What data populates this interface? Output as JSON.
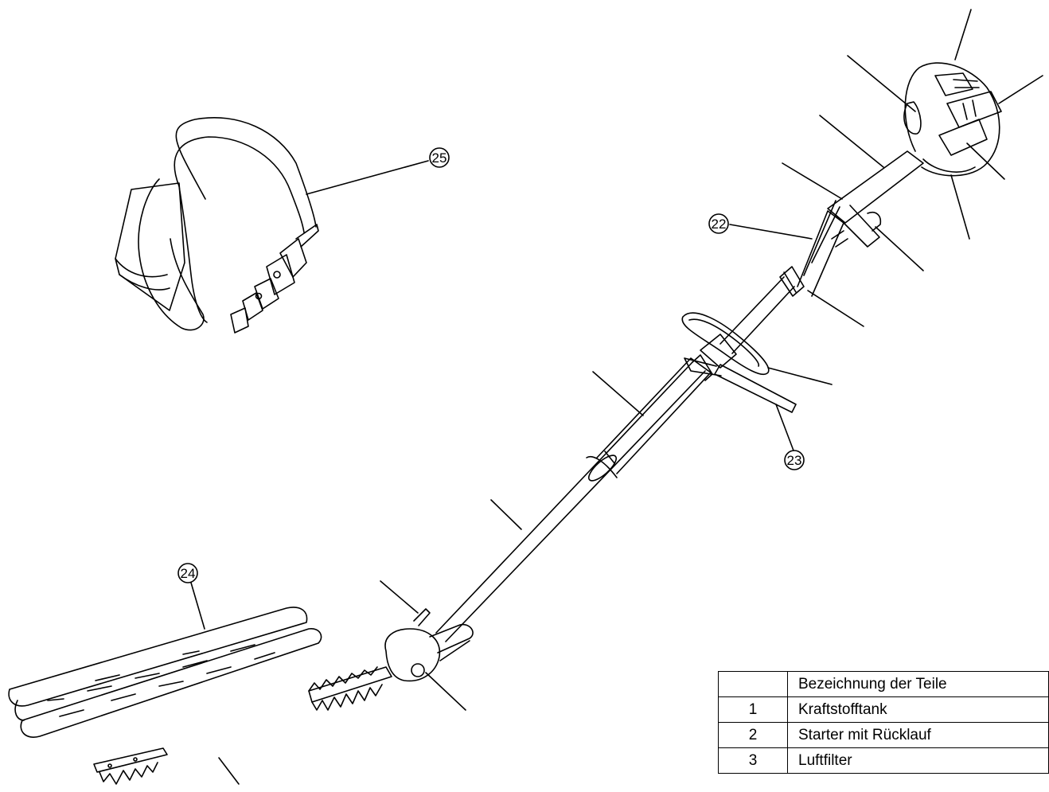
{
  "callouts": [
    "22",
    "23",
    "24",
    "25"
  ],
  "parts_table": {
    "header": [
      "",
      "Bezeichnung der Teile"
    ],
    "rows": [
      {
        "num": "1",
        "name": "Kraftstofftank"
      },
      {
        "num": "2",
        "name": "Starter mit Rücklauf"
      },
      {
        "num": "3",
        "name": "Luftfilter"
      }
    ]
  }
}
